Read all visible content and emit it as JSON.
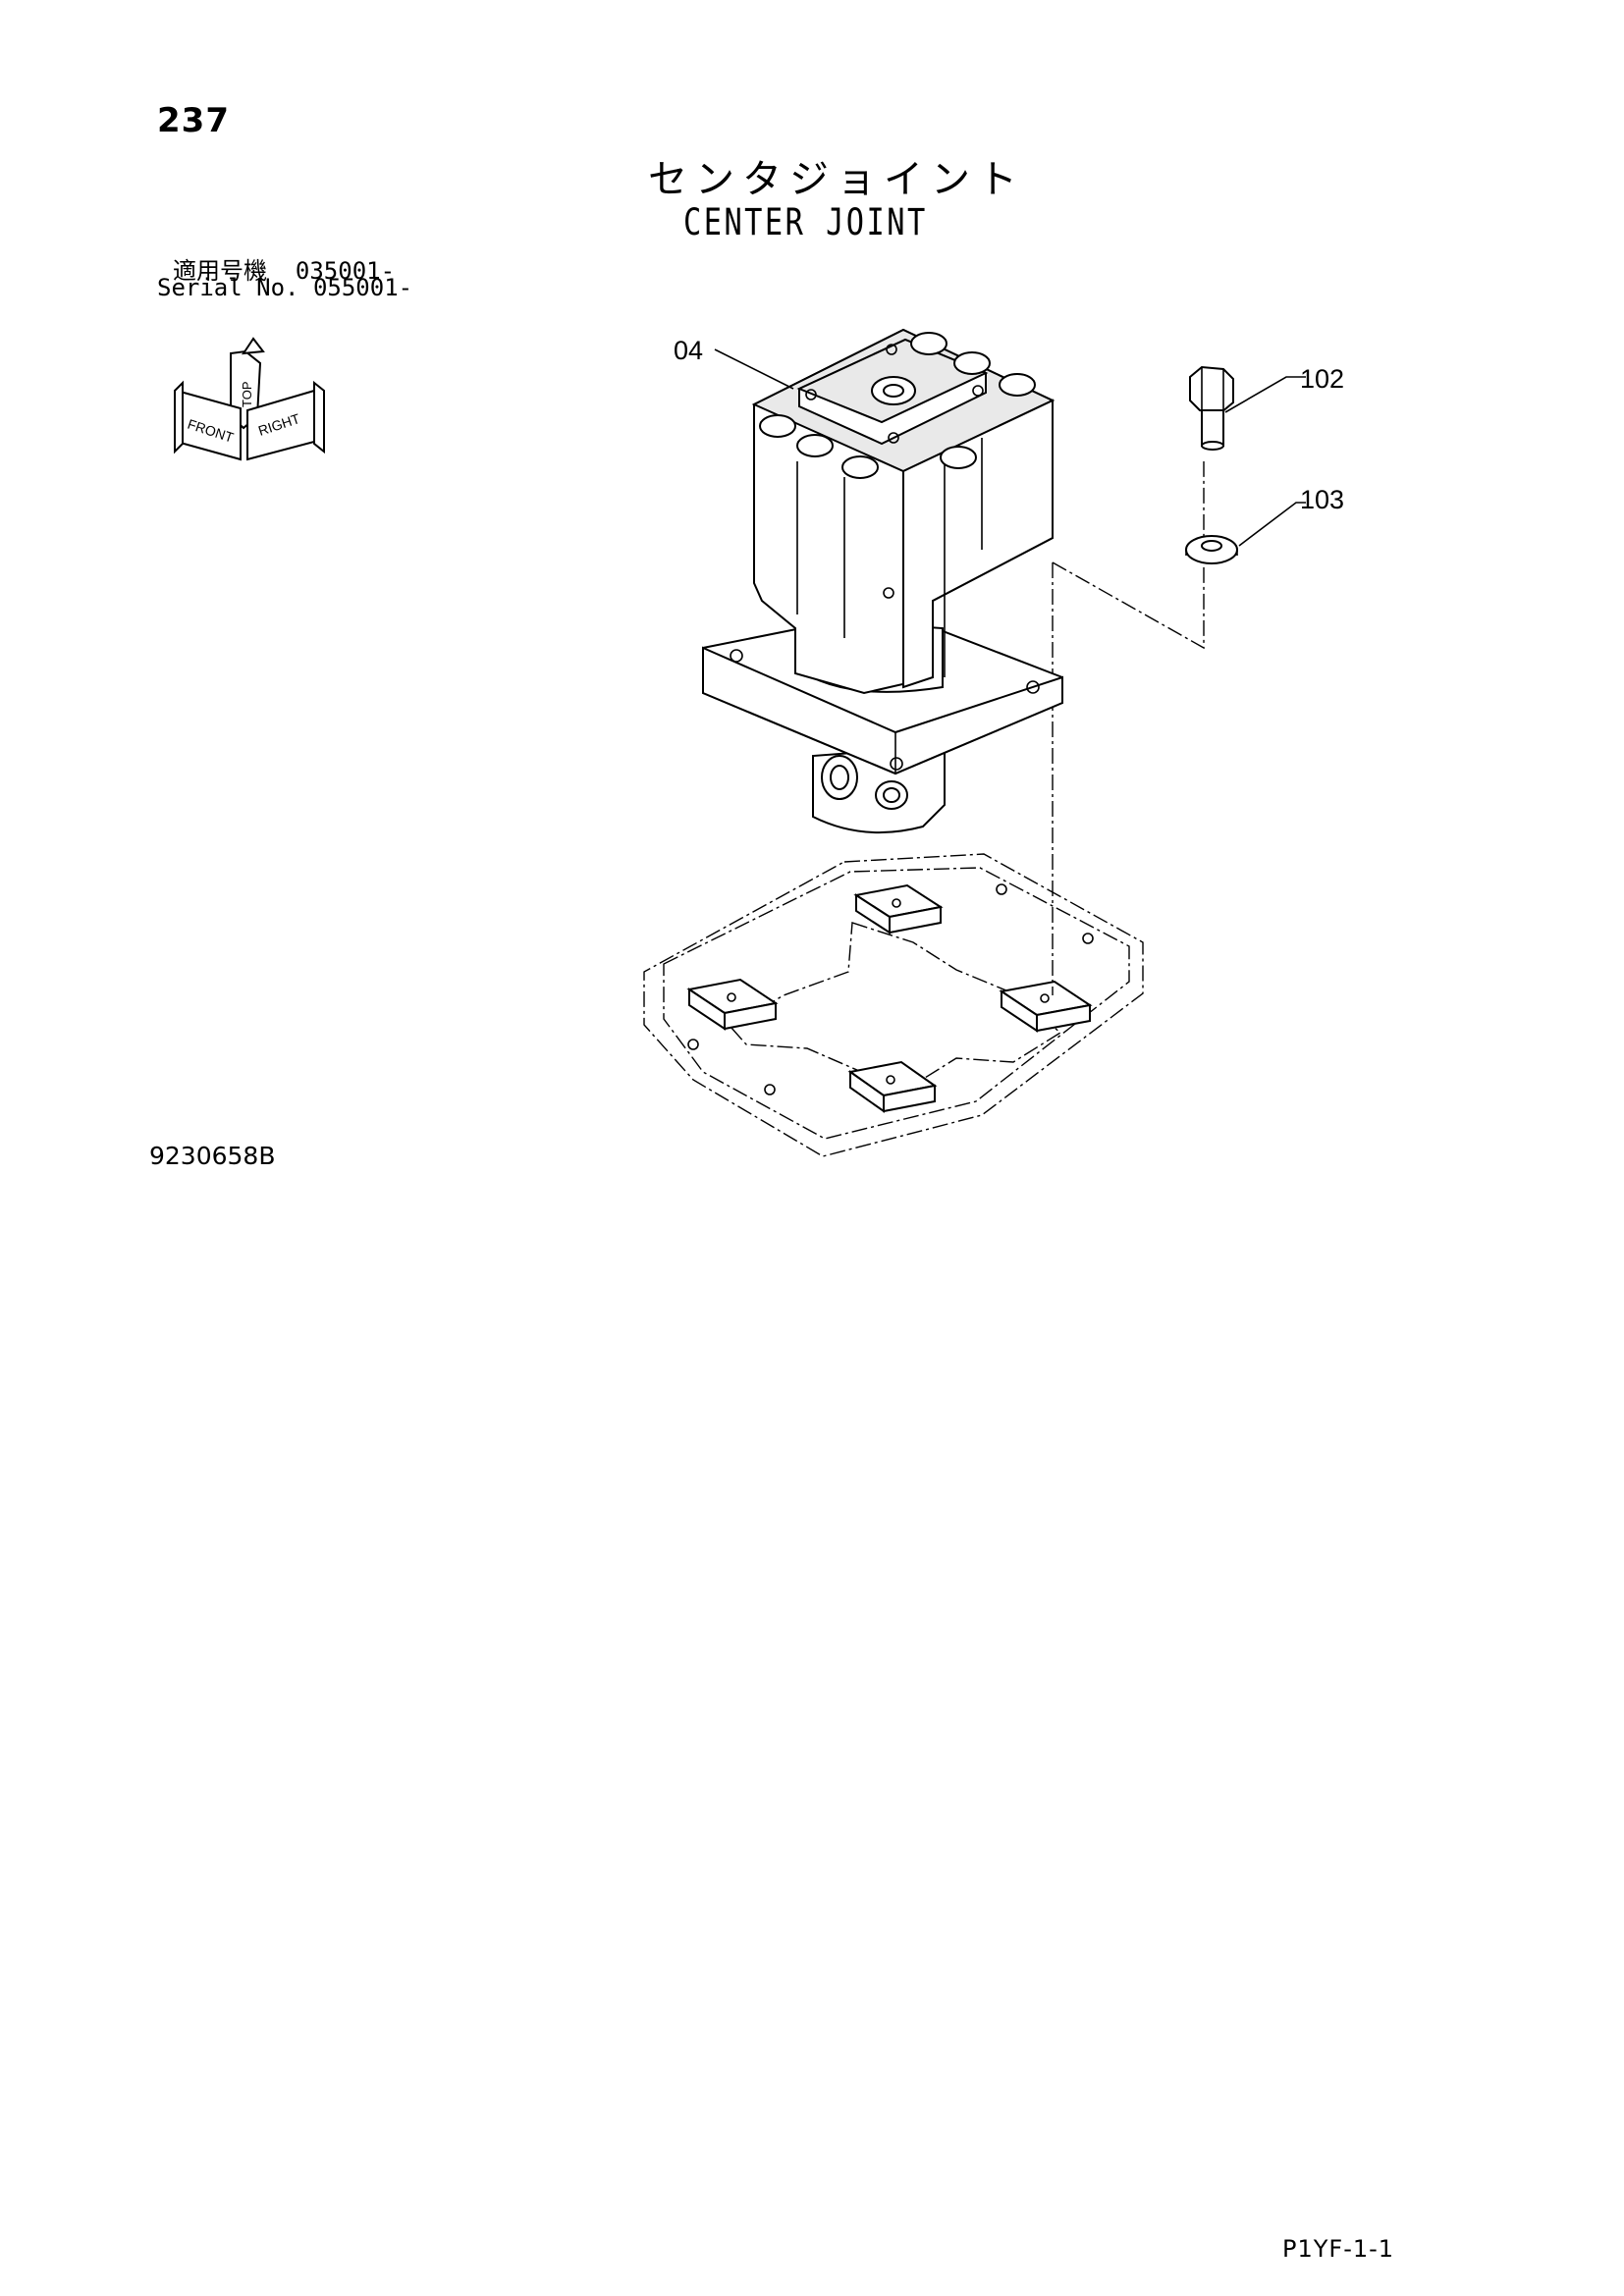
{
  "header": {
    "page_number": "237",
    "title_jp": "センタジョイント",
    "title_en": "CENTER JOINT"
  },
  "serials": {
    "jp_line": "適用号機  035001-",
    "en_line": "Serial No. 055001-"
  },
  "orientation_symbol": {
    "labels": [
      "FRONT",
      "RIGHT",
      "TOP"
    ]
  },
  "callouts": {
    "joint": "04",
    "bolt": "102",
    "washer": "103"
  },
  "footer": {
    "drawing_code": "9230658B",
    "page_code": "P1YF-1-1"
  }
}
